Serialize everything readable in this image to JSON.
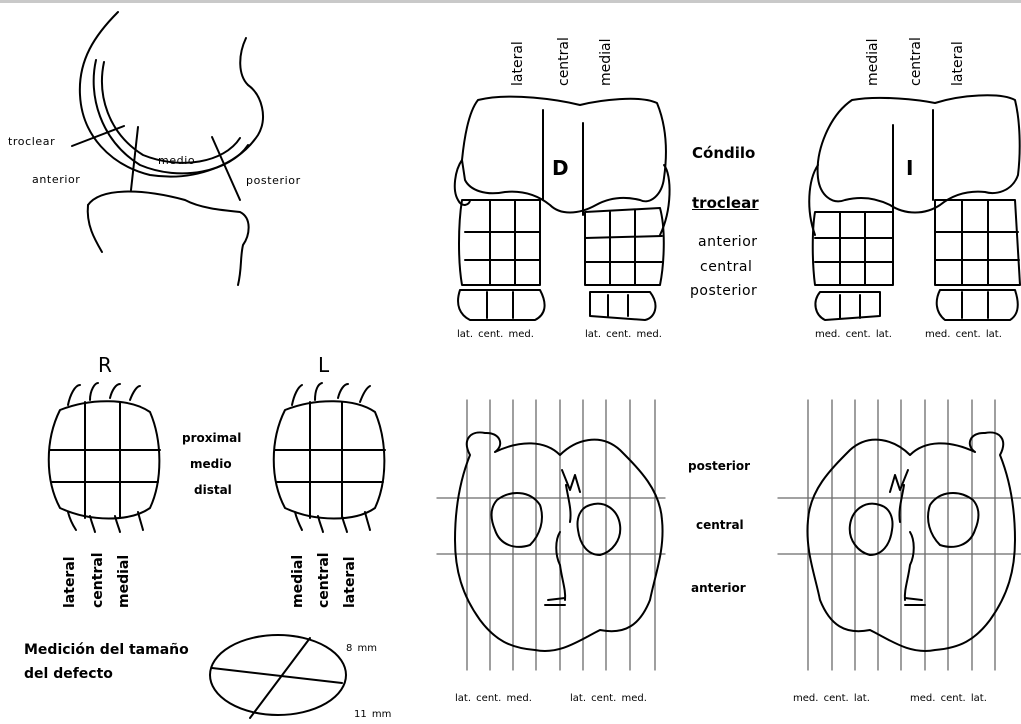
{
  "knee_side": {
    "troclear": "troclear",
    "anterior": "anterior",
    "medio": "medio",
    "posterior": "posterior"
  },
  "condyle_right": {
    "top_labels": [
      "lateral",
      "central",
      "medial"
    ],
    "letter": "D",
    "bottom_left": "lat. cent. med.",
    "bottom_right": "lat. cent. med."
  },
  "condyle_center": {
    "condilo": "Cóndilo",
    "troclear": "troclear",
    "zones": [
      "anterior",
      "central",
      "posterior"
    ]
  },
  "condyle_left": {
    "top_labels": [
      "medial",
      "central",
      "lateral"
    ],
    "letter": "I",
    "bottom_left": "med. cent. lat.",
    "bottom_right": "med. cent. lat."
  },
  "patella": {
    "right_letter": "R",
    "left_letter": "L",
    "zones": [
      "proximal",
      "medio",
      "distal"
    ],
    "right_bottom": [
      "lateral",
      "central",
      "medial"
    ],
    "left_bottom": [
      "medial",
      "central",
      "lateral"
    ]
  },
  "defect": {
    "title_line1": "Medición del tamaño",
    "title_line2": "del defecto",
    "dim1": "8 mm",
    "dim2": "11 mm"
  },
  "tibia": {
    "zones": [
      "posterior",
      "central",
      "anterior"
    ],
    "right_bottom_left": "lat. cent. med.",
    "right_bottom_right": "lat. cent. med.",
    "left_bottom_left": "med. cent. lat.",
    "left_bottom_right": "med. cent. lat."
  }
}
